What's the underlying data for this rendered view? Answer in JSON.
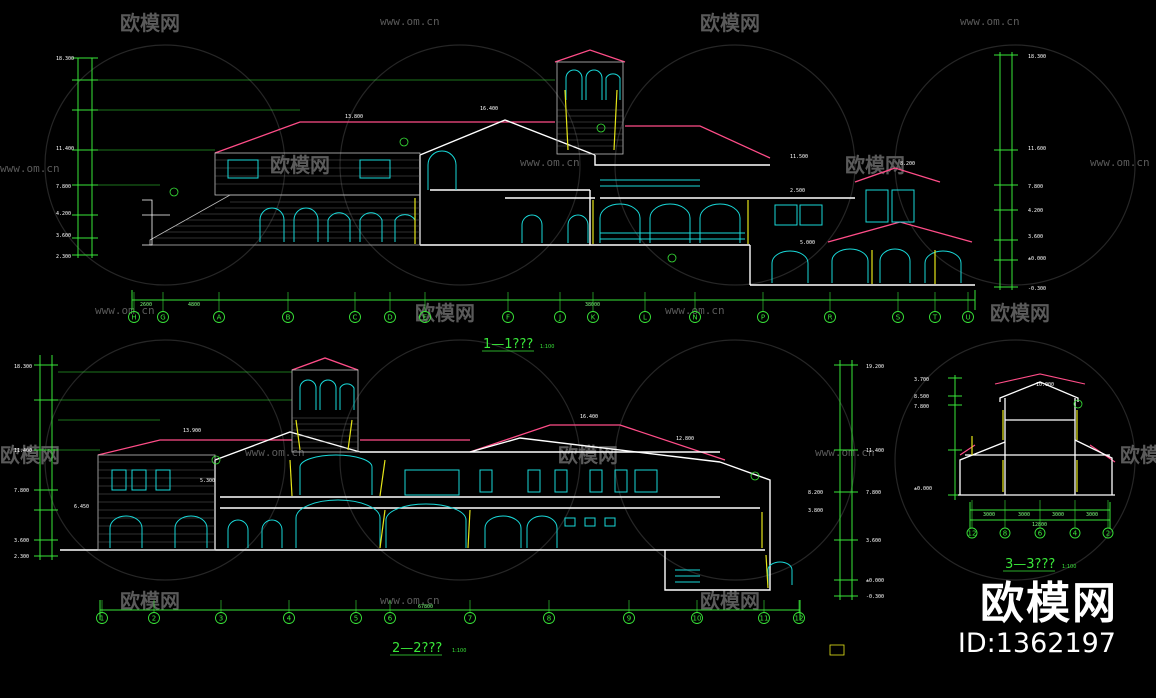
{
  "watermark": {
    "brand": "欧模网",
    "url": "www.om.cn"
  },
  "corner_brand": {
    "name": "欧模网",
    "id_text": "ID:1362197"
  },
  "sections": {
    "s1": {
      "title": "1—1???",
      "scale": "1:100"
    },
    "s2": {
      "title": "2—2???",
      "scale": "1:100"
    },
    "s3": {
      "title": "3—3???",
      "scale": "1:100"
    }
  },
  "axes": {
    "s1": [
      "H",
      "G",
      "A",
      "B",
      "C",
      "D",
      "E",
      "F",
      "J",
      "K",
      "L",
      "N",
      "P",
      "R",
      "S",
      "T",
      "U"
    ],
    "s2": [
      "1",
      "2",
      "3",
      "4",
      "5",
      "6",
      "7",
      "8",
      "9",
      "10",
      "11",
      "12"
    ],
    "s3": [
      "12",
      "8",
      "6",
      "4",
      "2"
    ]
  },
  "dims": {
    "s1_left": [
      "2600",
      "4800"
    ],
    "s1_total": "38000",
    "s2_total": "67800",
    "s3_total": "12800",
    "s3_parts": [
      "3000",
      "3000",
      "3000",
      "3000"
    ]
  },
  "levels": {
    "s1_left": [
      "18.300",
      "11.400",
      "7.800",
      "4.200",
      "3.600",
      "2.300"
    ],
    "s1_right": [
      "18.300",
      "11.600",
      "7.800",
      "4.200",
      "3.600",
      "±0.000",
      "-0.300"
    ],
    "s2_left": [
      "18.300",
      "11.400",
      "7.800",
      "6.450",
      "3.600",
      "2.300"
    ],
    "s2_right": [
      "19.200",
      "11.400",
      "7.800",
      "3.600",
      "±0.000",
      "-0.300"
    ],
    "s3_left": [
      "3.700",
      "8.500",
      "7.800",
      "±0.000"
    ],
    "s1_marks": [
      "16.400",
      "13.800",
      "11.500",
      "8.200",
      "5.000",
      "2.500"
    ],
    "s2_marks": [
      "13.900",
      "16.400",
      "12.800",
      "8.200",
      "5.300",
      "3.800"
    ],
    "s3_marks": [
      "10.000"
    ]
  },
  "colors": {
    "background": "#000000",
    "dim_green": "#39e639",
    "roof_pink": "#ff4d88",
    "section_white": "#ffffff",
    "window_cyan": "#19d9d9",
    "column_yellow": "#e6e619",
    "watermark_grey": "#5a5a5a"
  }
}
